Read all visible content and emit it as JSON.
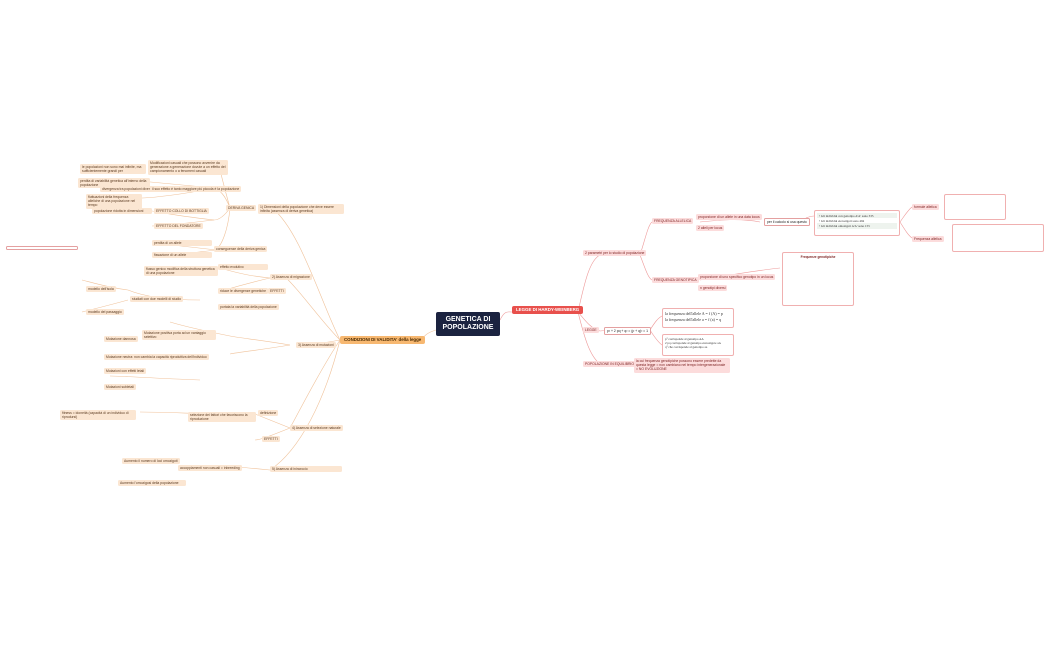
{
  "central": "GENETICA DI POPOLAZIONE",
  "left_branch": "CONDIZIONI DI VALIDITA' della legge",
  "right_branch": "LEGGE DI HARDY-WEINBERG",
  "colors": {
    "central": "#1b2340",
    "left": "#f7b871",
    "right": "#e8504c"
  },
  "left": {
    "deriva": {
      "label": "DERIVA GENICA",
      "desc": "1) Dimensioni della popolazione che deve essere infinita (assenza di deriva genetica)",
      "items": [
        "Modificazioni casuali che possono avvenire da generazione a generazione dovute a un effetto del campionamento o a fenomeni casuali",
        "le popolazioni non sono mai infinite, ma sufficientemente grandi per",
        "perdita di variabilità genetica all'interno della popolazione",
        "divergenza tra popolazioni diverse",
        "fluttuazioni della frequenza alleliche di una popolazione nel tempo",
        "il suo effetto è tanto maggiore più piccola è la popolazione",
        "popolazione ridotta in dimensioni",
        "EFFETTO COLLO DI BOTTIGLIA",
        "EFFETTO DEL FONDATORE",
        "perdita di un allele",
        "fissazione di un allele",
        "conseguenze della deriva genica"
      ]
    },
    "migrazione": {
      "label": "2) Assenza di migrazione",
      "items": [
        "flusso genico modifica della struttura genetica di una popolazione",
        "studiati con due modelli di studio",
        "modello dell'isola",
        "modello del passaggio",
        "effetto evolutivo",
        "riduce le divergenze genetiche",
        "EFFETTI",
        "portata la variabilità della popolazione"
      ]
    },
    "mutazione": {
      "label": "3) Assenza di mutazioni",
      "items": [
        "Mutazione positiva porta ad un vantaggio selettivo",
        "Mutazione neutra: non cambia la capacità riproduttiva dell'individuo",
        "Mutazione dannosa",
        "Mutazioni con effetti letali",
        "Mutazioni subletali"
      ]
    },
    "selezione": {
      "label": "4) Assenza di selezione naturale",
      "items": [
        "definizione",
        "EFFETTI",
        "fitness = idoneità (capacità di un individuo di riprodursi)",
        "selezione dei fattori che favoriscono la riproduzione"
      ]
    },
    "incrocio": {
      "label": "5) Assenza di inincrocio",
      "items": [
        "accoppiamenti non casuali = inbreeding",
        "Aumento il numero di loci omozigoti",
        "Aumento l'omozigosi della popolazione"
      ]
    }
  },
  "right": {
    "parametri": "2 parametri per lo studio di popolazione",
    "freq_allelica": "FREQUENZA ALLELICA",
    "freq_genotipica": "FREQUENZA GENOTIPICA",
    "legge": "LEGGE",
    "equilibrio": "POPOLAZIONE IN EQUILIBRIO",
    "allelica_items": [
      "proporzione di un allele in una data locus",
      "2 alleli per locus"
    ],
    "calcolo": "per il calcolo si usa questo",
    "individui": [
      "Gli individui con genotipo A'A' sono 335",
      "Gli individui eterozigoti sono 494",
      "Gli individui omozigoti A'A' sono 155"
    ],
    "formula_top": "formule allelica",
    "formula_bottom": "Frequenza allelica",
    "genotipica_items": [
      "proporzione di uno specifico genotipo in un locus",
      "n genotipi diversi"
    ],
    "genotipica_card_title": "Frequenze genotipiche",
    "legge_formula": "p² + 2 pq + q² = (p + q)² = 1",
    "legge_lines": [
      "la frequenza dell'allele A = f (A) = p",
      "la frequenza dell'allele a = f (a) = q"
    ],
    "legge_notes": [
      "p² corrisponde al genotipo AA",
      "2 pq corrisponde al genotipo eterozigote aA",
      "q² che corrisponde al genotipo aa"
    ],
    "equilibrio_text": "la cui frequenza genotipiche possono essere predette da questa legge = non cambiano nel tempo intergenerazionale = NO EVOLUZIONE"
  }
}
